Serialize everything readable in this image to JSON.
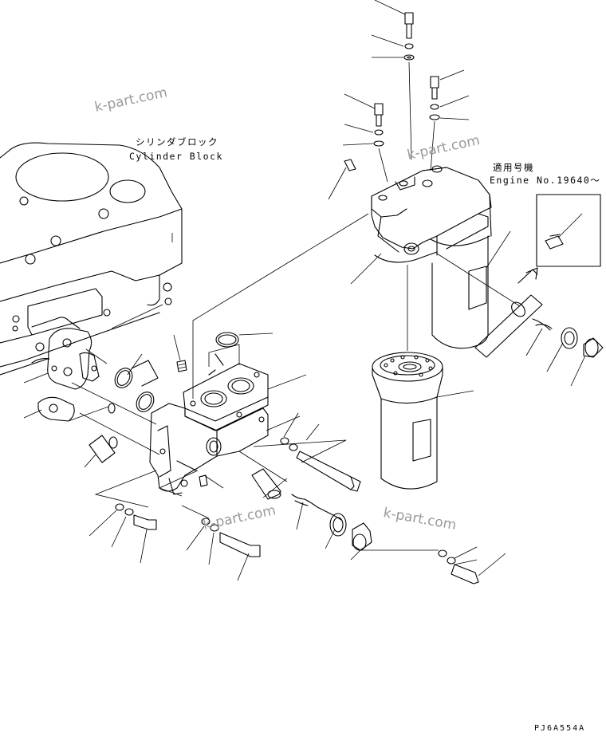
{
  "labels": {
    "cylinder_block_jp": "シリンダブロック",
    "cylinder_block_en": "Cylinder Block",
    "applicable_jp": "適用号機",
    "engine_no": "Engine No.19640～"
  },
  "watermarks": [
    "k-part.com",
    "k-part.com",
    "k-part.com",
    "k-part.com"
  ],
  "drawing_code": "PJ6A554A"
}
